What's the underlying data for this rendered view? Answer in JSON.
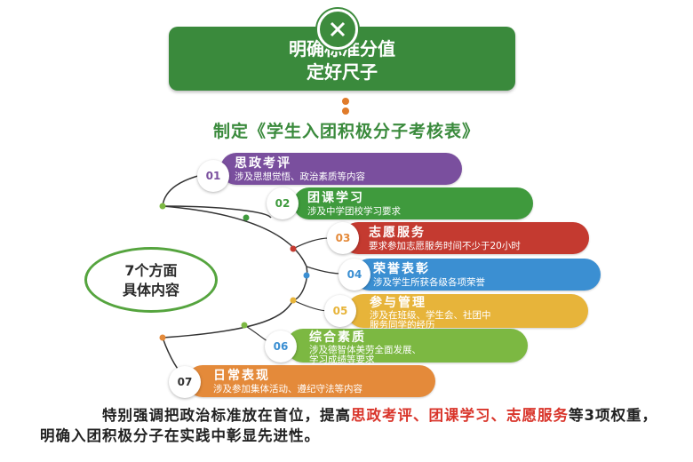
{
  "header": {
    "line1": "明确标准分值",
    "line2": "定好尺子",
    "icon": "pencil-ruler-icon",
    "color": "#3a8a3c"
  },
  "subtitle": "制定《学生入团积极分子考核表》",
  "center": {
    "line1": "7个方面",
    "line2": "具体内容"
  },
  "items": [
    {
      "num": "01",
      "title": "思政考评",
      "desc": "涉及思想觉悟、政治素质等内容",
      "color": "#7a4f9e"
    },
    {
      "num": "02",
      "title": "团课学习",
      "desc": "涉及中学团校学习要求",
      "color": "#3f9a3d"
    },
    {
      "num": "03",
      "title": "志愿服务",
      "desc": "要求参加志愿服务时间不少于20小时",
      "color": "#c43a30"
    },
    {
      "num": "04",
      "title": "荣誉表彰",
      "desc": "涉及学生所获各级各项荣誉",
      "color": "#3b8fd2"
    },
    {
      "num": "05",
      "title": "参与管理",
      "desc1": "涉及在班级、学生会、社团中",
      "desc2": "服务同学的经历",
      "color": "#e7b43a"
    },
    {
      "num": "06",
      "title": "综合素质",
      "desc1": "涉及德智体美劳全面发展、",
      "desc2": "学习成绩等要求",
      "color": "#7cb842"
    },
    {
      "num": "07",
      "title": "日常表现",
      "desc": "涉及参加集体活动、遵纪守法等内容",
      "color": "#e48a3a"
    }
  ],
  "footer": {
    "part1": "特别强调把政治标准放在首位，提高",
    "hl1": "思政考评、团课学习、志愿服务",
    "part2": "等3项权重，明确入团积极分子在实践中彰显先进性。"
  }
}
